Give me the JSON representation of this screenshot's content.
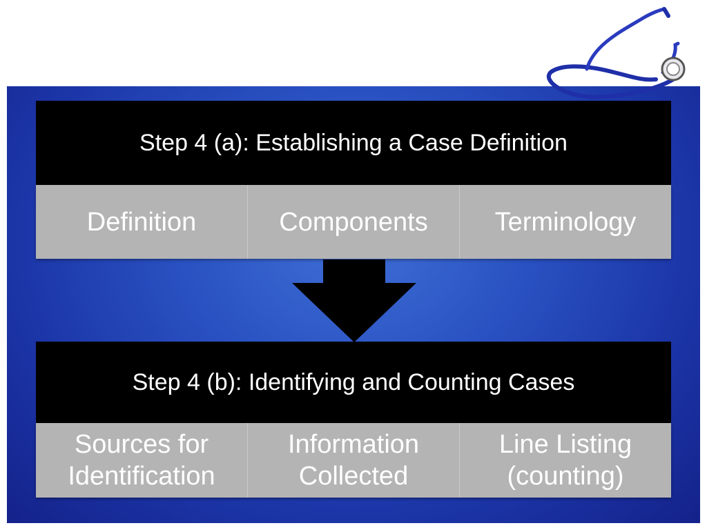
{
  "step_a": {
    "title": "Step 4 (a): Establishing a Case Definition",
    "items": [
      {
        "label": "Definition"
      },
      {
        "label": "Components"
      },
      {
        "label": "Terminology"
      }
    ]
  },
  "step_b": {
    "title": "Step 4 (b): Identifying and Counting Cases",
    "items": [
      {
        "label": "Sources for\nIdentification"
      },
      {
        "label": "Information\nCollected"
      },
      {
        "label": "Line Listing\n(counting)"
      }
    ]
  },
  "colors": {
    "panel_blue": "#2a52c2",
    "header_black": "#000000",
    "cell_gray": "#b4b4b4",
    "text_white": "#ffffff",
    "stethoscope_blue": "#1f2fa8"
  },
  "icons": {
    "stethoscope": "stethoscope-icon",
    "arrow": "down-arrow-icon"
  }
}
